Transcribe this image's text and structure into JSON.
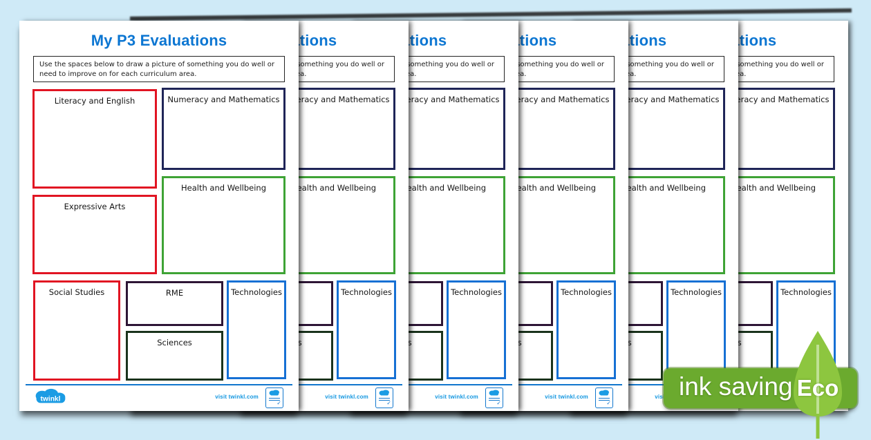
{
  "background_color": "#cfeaf7",
  "stack": {
    "page_count": 6
  },
  "worksheet": {
    "title": "My P3 Evaluations",
    "title_color": "#0c76d2",
    "instructions": "Use the spaces below to draw a picture of something you do well or need to improve on for each curriculum area.",
    "boxes": [
      {
        "label": "Literacy and English",
        "border_color": "#e11422"
      },
      {
        "label": "Numeracy and Mathematics",
        "border_color": "#1f2558"
      },
      {
        "label": "Expressive Arts",
        "border_color": "#e11422"
      },
      {
        "label": "Health and Wellbeing",
        "border_color": "#3ea335"
      },
      {
        "label": "Social Studies",
        "border_color": "#e11422"
      },
      {
        "label": "RME",
        "border_color": "#2d1535"
      },
      {
        "label": "Sciences",
        "border_color": "#1a331c"
      },
      {
        "label": "Technologies",
        "border_color": "#1670d4"
      }
    ],
    "footer": {
      "logo_text": "twinkl",
      "visit_text": "visit twinkl.com",
      "rule_color": "#1076cd"
    }
  },
  "eco_badge": {
    "text": "ink saving",
    "eco": "Eco",
    "band_color": "#6baa2e",
    "leaf_color": "#8dc63f"
  }
}
